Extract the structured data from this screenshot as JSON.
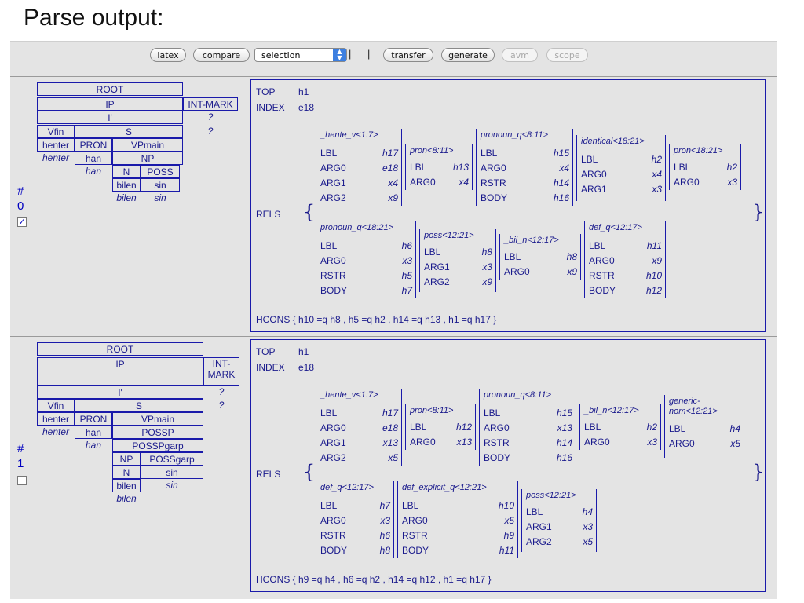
{
  "heading": "Parse output:",
  "toolbar": {
    "latex": "latex",
    "compare": "compare",
    "selection": "selection",
    "sep1": "|",
    "sep2": "|",
    "transfer": "transfer",
    "generate": "generate",
    "avm": "avm",
    "scope": "scope"
  },
  "parses": [
    {
      "hash": "#",
      "index": "0",
      "checked": "✓",
      "tree": {
        "root": "ROOT",
        "ip": "IP",
        "intmark": "INT-MARK",
        "ibar": "I'",
        "q1": "?",
        "vfin": "Vfin",
        "s": "S",
        "q2": "?",
        "henter": "henter",
        "henter2": "henter",
        "pron": "PRON",
        "vpmain": "VPmain",
        "han": "han",
        "np": "NP",
        "han2": "han",
        "n": "N",
        "poss": "POSS",
        "bilen": "bilen",
        "sin": "sin",
        "bilen2": "bilen",
        "sin2": "sin"
      },
      "mrs": {
        "top_k": "TOP",
        "top_v": "h1",
        "index_k": "INDEX",
        "index_v": "e18",
        "rels_k": "RELS",
        "rels": [
          {
            "name": "_hente_v<1:7>",
            "rows": [
              [
                "LBL",
                "h17"
              ],
              [
                "ARG0",
                "e18"
              ],
              [
                "ARG1",
                "x4"
              ],
              [
                "ARG2",
                "x9"
              ]
            ]
          },
          {
            "name": "pron<8:11>",
            "rows": [
              [
                "LBL",
                "h13"
              ],
              [
                "ARG0",
                "x4"
              ]
            ]
          },
          {
            "name": "pronoun_q<8:11>",
            "rows": [
              [
                "LBL",
                "h15"
              ],
              [
                "ARG0",
                "x4"
              ],
              [
                "RSTR",
                "h14"
              ],
              [
                "BODY",
                "h16"
              ]
            ]
          },
          {
            "name": "identical<18:21>",
            "rows": [
              [
                "LBL",
                "h2"
              ],
              [
                "ARG0",
                "x4"
              ],
              [
                "ARG1",
                "x3"
              ]
            ]
          },
          {
            "name": "pron<18:21>",
            "rows": [
              [
                "LBL",
                "h2"
              ],
              [
                "ARG0",
                "x3"
              ]
            ]
          },
          {
            "name": "pronoun_q<18:21>",
            "rows": [
              [
                "LBL",
                "h6"
              ],
              [
                "ARG0",
                "x3"
              ],
              [
                "RSTR",
                "h5"
              ],
              [
                "BODY",
                "h7"
              ]
            ]
          },
          {
            "name": "poss<12:21>",
            "rows": [
              [
                "LBL",
                "h8"
              ],
              [
                "ARG1",
                "x3"
              ],
              [
                "ARG2",
                "x9"
              ]
            ]
          },
          {
            "name": "_bil_n<12:17>",
            "rows": [
              [
                "LBL",
                "h8"
              ],
              [
                "ARG0",
                "x9"
              ]
            ]
          },
          {
            "name": "def_q<12:17>",
            "rows": [
              [
                "LBL",
                "h11"
              ],
              [
                "ARG0",
                "x9"
              ],
              [
                "RSTR",
                "h10"
              ],
              [
                "BODY",
                "h12"
              ]
            ]
          }
        ],
        "hcons": "HCONS { h10 =q h8 , h5 =q h2 , h14 =q h13 , h1 =q h17 }"
      }
    },
    {
      "hash": "#",
      "index": "1",
      "checked": "",
      "tree": {
        "root": "ROOT",
        "ip": "IP",
        "intmark": "INT-MARK",
        "ibar": "I'",
        "q1": "?",
        "vfin": "Vfin",
        "s": "S",
        "q2": "?",
        "henter": "henter",
        "henter2": "henter",
        "pron": "PRON",
        "vpmain": "VPmain",
        "han": "han",
        "possp": "POSSP",
        "han2": "han",
        "posspgarp": "POSSPgarp",
        "np": "NP",
        "possgarp": "POSSgarp",
        "n": "N",
        "sin": "sin",
        "bilen": "bilen",
        "sin2": "sin",
        "bilen2": "bilen"
      },
      "mrs": {
        "top_k": "TOP",
        "top_v": "h1",
        "index_k": "INDEX",
        "index_v": "e18",
        "rels_k": "RELS",
        "rels": [
          {
            "name": "_hente_v<1:7>",
            "rows": [
              [
                "LBL",
                "h17"
              ],
              [
                "ARG0",
                "e18"
              ],
              [
                "ARG1",
                "x13"
              ],
              [
                "ARG2",
                "x5"
              ]
            ]
          },
          {
            "name": "pron<8:11>",
            "rows": [
              [
                "LBL",
                "h12"
              ],
              [
                "ARG0",
                "x13"
              ]
            ]
          },
          {
            "name": "pronoun_q<8:11>",
            "rows": [
              [
                "LBL",
                "h15"
              ],
              [
                "ARG0",
                "x13"
              ],
              [
                "RSTR",
                "h14"
              ],
              [
                "BODY",
                "h16"
              ]
            ]
          },
          {
            "name": "_bil_n<12:17>",
            "rows": [
              [
                "LBL",
                "h2"
              ],
              [
                "ARG0",
                "x3"
              ]
            ]
          },
          {
            "name": "generic-nom<12:21>",
            "rows": [
              [
                "LBL",
                "h4"
              ],
              [
                "ARG0",
                "x5"
              ]
            ]
          },
          {
            "name": "def_q<12:17>",
            "rows": [
              [
                "LBL",
                "h7"
              ],
              [
                "ARG0",
                "x3"
              ],
              [
                "RSTR",
                "h6"
              ],
              [
                "BODY",
                "h8"
              ]
            ]
          },
          {
            "name": "def_explicit_q<12:21>",
            "rows": [
              [
                "LBL",
                "h10"
              ],
              [
                "ARG0",
                "x5"
              ],
              [
                "RSTR",
                "h9"
              ],
              [
                "BODY",
                "h11"
              ]
            ]
          },
          {
            "name": "poss<12:21>",
            "rows": [
              [
                "LBL",
                "h4"
              ],
              [
                "ARG1",
                "x3"
              ],
              [
                "ARG2",
                "x5"
              ]
            ]
          }
        ],
        "hcons": "HCONS { h9 =q h4 , h6 =q h2 , h14 =q h12 , h1 =q h17 }"
      }
    }
  ],
  "colors": {
    "accent": "#1a1a8c",
    "panel": "#e4e4e4"
  }
}
